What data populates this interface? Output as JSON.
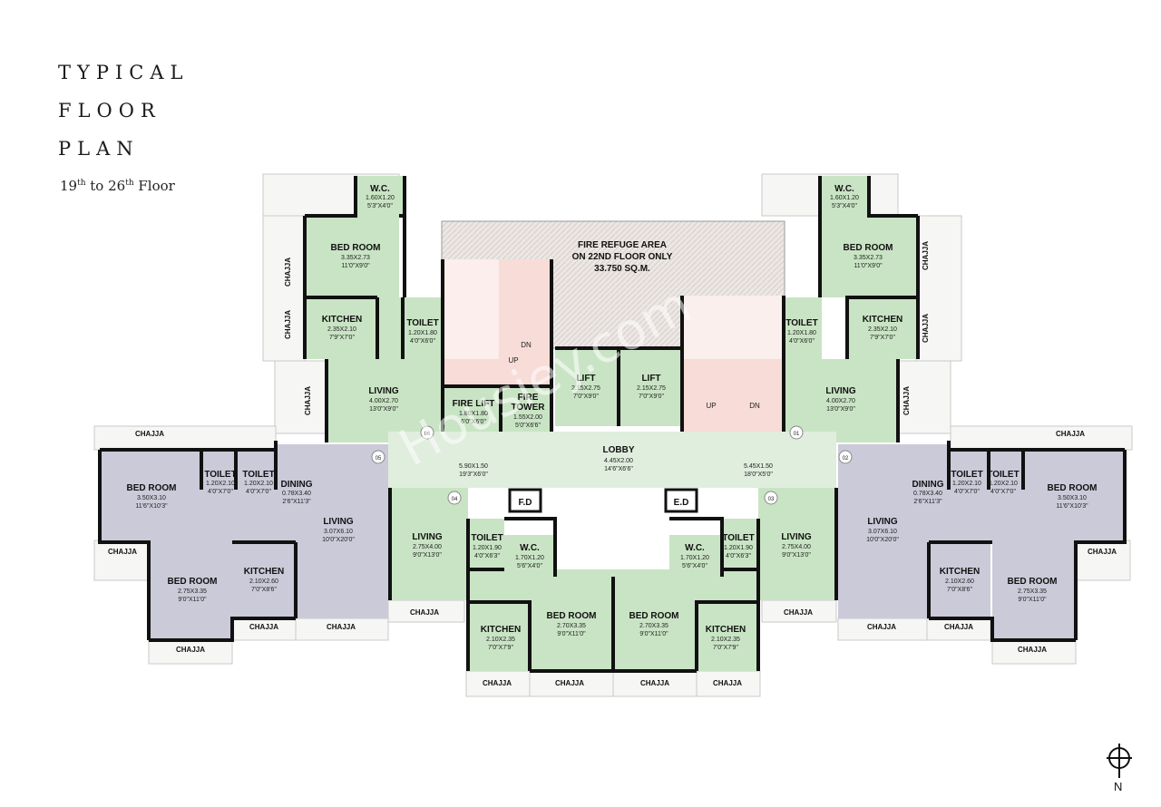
{
  "header": {
    "title_line1": "TYPICAL",
    "title_line2": "FLOOR",
    "title_line3": "PLAN",
    "floor_prefix": "19",
    "floor_sup1": "th",
    "floor_mid": " to 26",
    "floor_sup2": "th",
    "floor_suffix": " Floor"
  },
  "colors": {
    "green": "#c9e4c4",
    "lavender": "#cbcad9",
    "pink": "#f7dcd8",
    "lobby": "#dfeedd",
    "refuge": "#ebe5e3",
    "wall": "#111111"
  },
  "watermark": "Housiey.com",
  "north_label": "N",
  "rooms": {
    "fire_refuge": {
      "l1": "FIRE REFUGE AREA",
      "l2": "ON 22ND FLOOR ONLY",
      "l3": "33.750 SQ.M."
    },
    "lobby": {
      "name": "LOBBY",
      "d1": "4.45X2.00",
      "d2": "14'6\"X6'6\""
    },
    "lobby_left": {
      "d1": "5.90X1.50",
      "d2": "19'3\"X6'0\""
    },
    "lobby_right": {
      "d1": "5.45X1.50",
      "d2": "18'0\"X5'0\""
    },
    "lift1": {
      "name": "LIFT",
      "d1": "2.15X2.75",
      "d2": "7'0\"X9'0\""
    },
    "lift2": {
      "name": "LIFT",
      "d1": "2.15X2.75",
      "d2": "7'0\"X9'0\""
    },
    "fire_lift": {
      "name": "FIRE LIFT",
      "d1": "1.80X1.80",
      "d2": "6'0\"X6'0\""
    },
    "fire_tower": {
      "l1": "FIRE",
      "l2": "TOWER",
      "d1": "1.55X2.00",
      "d2": "5'0\"X6'6\""
    },
    "stair_up": "UP",
    "stair_dn": "DN",
    "fd": "F.D",
    "ed": "E.D",
    "tl_wc": {
      "name": "W.C.",
      "d1": "1.60X1.20",
      "d2": "5'3\"X4'0\""
    },
    "tl_bed": {
      "name": "BED ROOM",
      "d1": "3.35X2.73",
      "d2": "11'0\"X9'0\""
    },
    "tl_kitchen": {
      "name": "KITCHEN",
      "d1": "2.35X2.10",
      "d2": "7'9\"X7'0\""
    },
    "tl_toilet": {
      "name": "TOILET",
      "d1": "1.20X1.80",
      "d2": "4'0\"X6'0\""
    },
    "tl_living": {
      "name": "LIVING",
      "d1": "4.00X2.70",
      "d2": "13'0\"X9'0\""
    },
    "tr_wc": {
      "name": "W.C.",
      "d1": "1.60X1.20",
      "d2": "5'3\"X4'0\""
    },
    "tr_bed": {
      "name": "BED ROOM",
      "d1": "3.35X2.73",
      "d2": "11'0\"X9'0\""
    },
    "tr_kitchen": {
      "name": "KITCHEN",
      "d1": "2.35X2.10",
      "d2": "7'9\"X7'0\""
    },
    "tr_toilet": {
      "name": "TOILET",
      "d1": "1.20X1.80",
      "d2": "4'0\"X6'0\""
    },
    "tr_living": {
      "name": "LIVING",
      "d1": "4.00X2.70",
      "d2": "13'0\"X9'0\""
    },
    "l_bed1": {
      "name": "BED ROOM",
      "d1": "3.50X3.10",
      "d2": "11'6\"X10'3\""
    },
    "l_toilet1": {
      "name": "TOILET",
      "d1": "1.20X2.10",
      "d2": "4'0\"X7'0\""
    },
    "l_toilet2": {
      "name": "TOILET",
      "d1": "1.20X2.10",
      "d2": "4'0\"X7'0\""
    },
    "l_dining": {
      "name": "DINING",
      "d1": "0.78X3.40",
      "d2": "2'6\"X11'3\""
    },
    "l_living": {
      "name": "LIVING",
      "d1": "3.07X6.10",
      "d2": "10'0\"X20'0\""
    },
    "l_bed2": {
      "name": "BED ROOM",
      "d1": "2.75X3.35",
      "d2": "9'0\"X11'0\""
    },
    "l_kitchen": {
      "name": "KITCHEN",
      "d1": "2.10X2.60",
      "d2": "7'0\"X8'6\""
    },
    "r_bed1": {
      "name": "BED ROOM",
      "d1": "3.50X3.10",
      "d2": "11'6\"X10'3\""
    },
    "r_toilet1": {
      "name": "TOILET",
      "d1": "1.20X2.10",
      "d2": "4'0\"X7'0\""
    },
    "r_toilet2": {
      "name": "TOILET",
      "d1": "1.20X2.10",
      "d2": "4'0\"X7'0\""
    },
    "r_dining": {
      "name": "DINING",
      "d1": "0.78X3.40",
      "d2": "2'6\"X11'3\""
    },
    "r_living": {
      "name": "LIVING",
      "d1": "3.07X6.10",
      "d2": "10'0\"X20'0\""
    },
    "r_bed2": {
      "name": "BED ROOM",
      "d1": "2.75X3.35",
      "d2": "9'0\"X11'0\""
    },
    "r_kitchen": {
      "name": "KITCHEN",
      "d1": "2.10X2.60",
      "d2": "7'0\"X8'6\""
    },
    "bl_living": {
      "name": "LIVING",
      "d1": "2.75X4.00",
      "d2": "9'0\"X13'0\""
    },
    "bl_toilet": {
      "name": "TOILET",
      "d1": "1.20X1.90",
      "d2": "4'0\"X6'3\""
    },
    "bl_wc": {
      "name": "W.C.",
      "d1": "1.70X1.20",
      "d2": "5'6\"X4'0\""
    },
    "bl_kitchen": {
      "name": "KITCHEN",
      "d1": "2.10X2.35",
      "d2": "7'0\"X7'9\""
    },
    "bl_bed": {
      "name": "BED ROOM",
      "d1": "2.70X3.35",
      "d2": "9'0\"X11'0\""
    },
    "br_living": {
      "name": "LIVING",
      "d1": "2.75X4.00",
      "d2": "9'0\"X13'0\""
    },
    "br_toilet": {
      "name": "TOILET",
      "d1": "1.20X1.90",
      "d2": "4'0\"X6'3\""
    },
    "br_wc": {
      "name": "W.C.",
      "d1": "1.70X1.20",
      "d2": "5'6\"X4'0\""
    },
    "br_kitchen": {
      "name": "KITCHEN",
      "d1": "2.10X2.35",
      "d2": "7'0\"X7'9\""
    },
    "br_bed": {
      "name": "BED ROOM",
      "d1": "2.70X3.35",
      "d2": "9'0\"X11'0\""
    }
  },
  "chajja": "CHAJJA",
  "flat_numbers": [
    "01",
    "02",
    "03",
    "04",
    "05",
    "06"
  ]
}
